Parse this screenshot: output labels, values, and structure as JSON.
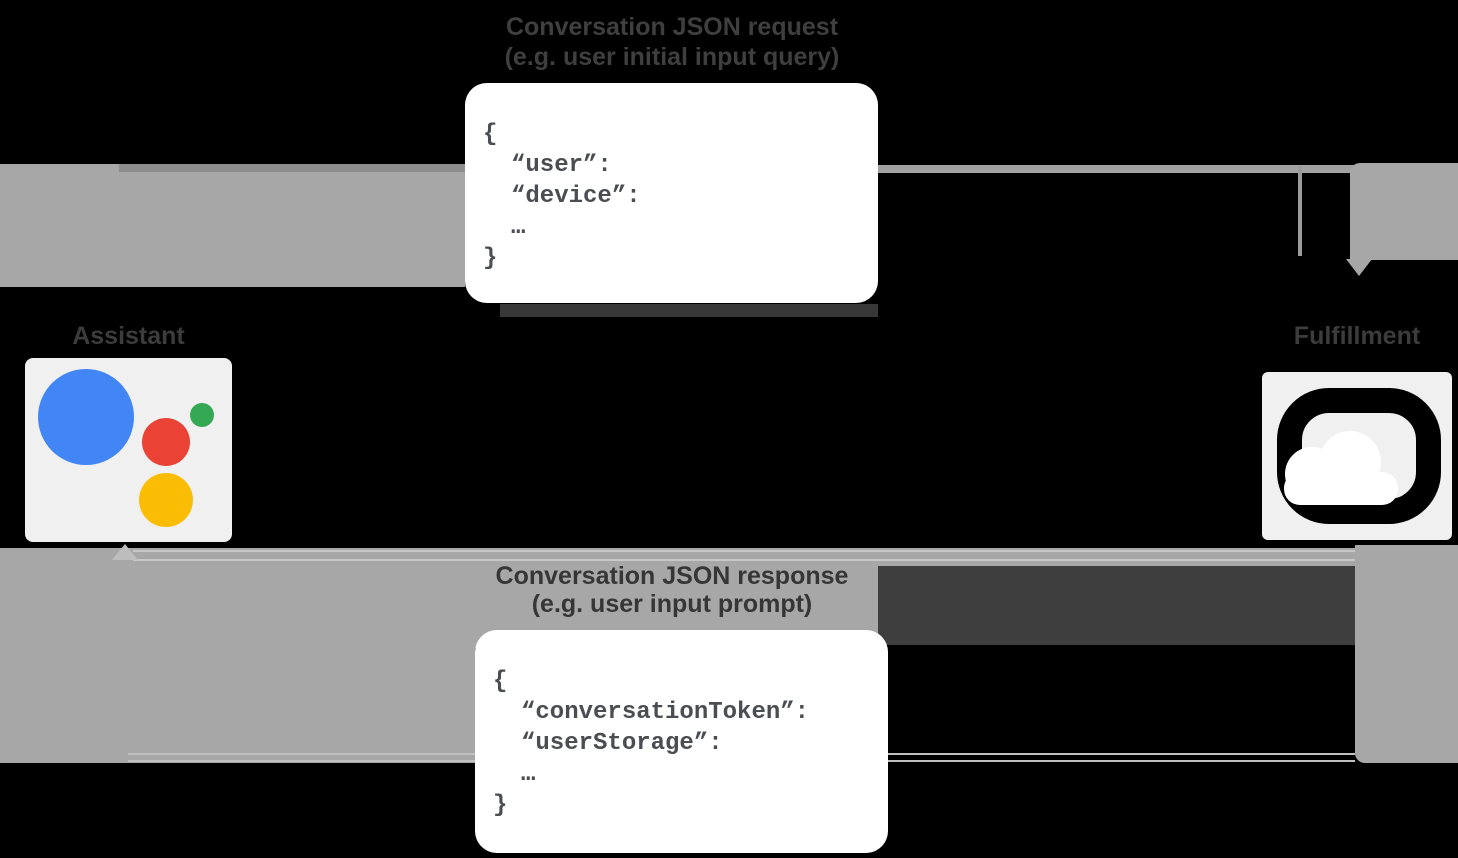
{
  "request": {
    "title_line1": "Conversation JSON request",
    "title_line2": "(e.g. user initial input query)",
    "code": [
      "{",
      "“user”:",
      "“device”:",
      "…",
      "}"
    ]
  },
  "response": {
    "title_line1": "Conversation JSON response",
    "title_line2": "(e.g. user input prompt)",
    "code": [
      "{",
      "“conversationToken”:",
      "“userStorage”:",
      "…",
      "}"
    ]
  },
  "actors": {
    "assistant_label": "Assistant",
    "fulfillment_label": "Fulfillment"
  },
  "icons": {
    "assistant_logo": "google-assistant-logo",
    "fulfillment_logo": "google-cloud-logo"
  },
  "colors": {
    "background": "#000000",
    "arrow_gray": "#a7a7a7",
    "card_white": "#ffffff",
    "code_text": "#4a4d51",
    "title_text": "#3f3f3f",
    "assistant_blue": "#4286f5",
    "assistant_red": "#ea4335",
    "assistant_yellow": "#fbbc04",
    "assistant_green": "#34a853",
    "plate_gray": "#f0f0f0",
    "cloud_black": "#000000"
  }
}
